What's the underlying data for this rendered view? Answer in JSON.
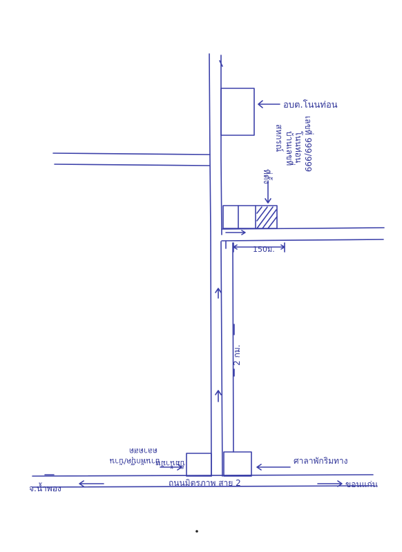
{
  "colors": {
    "ink": "#3a3fa8",
    "paper": "#ffffff"
  },
  "labels": {
    "building_top": "อบต.โนนท่อน",
    "vertical_note_1": "ที่ตั้ง",
    "vertical_note_2": "สหกรณ์",
    "vertical_note_3": "บ้านเลขที่",
    "vertical_note_4": "โนนท่อน",
    "vertical_note_5": "เลขที่ 999/999",
    "distance_side": "150ม.",
    "distance_main": "2 กม.",
    "main_road": "ถนนมิตรภาพ สาย 2",
    "left_dir": "จ.น้ำพอง",
    "right_dir": "ขอนแก่น",
    "rest_stop": "ศาลาพักริมทาง",
    "left_building_1": "ปั๊มน้ำมัน",
    "left_building_2": "บ้านพักบุ๊ค/บ้าน",
    "left_building_3": "ตลาดสด"
  }
}
